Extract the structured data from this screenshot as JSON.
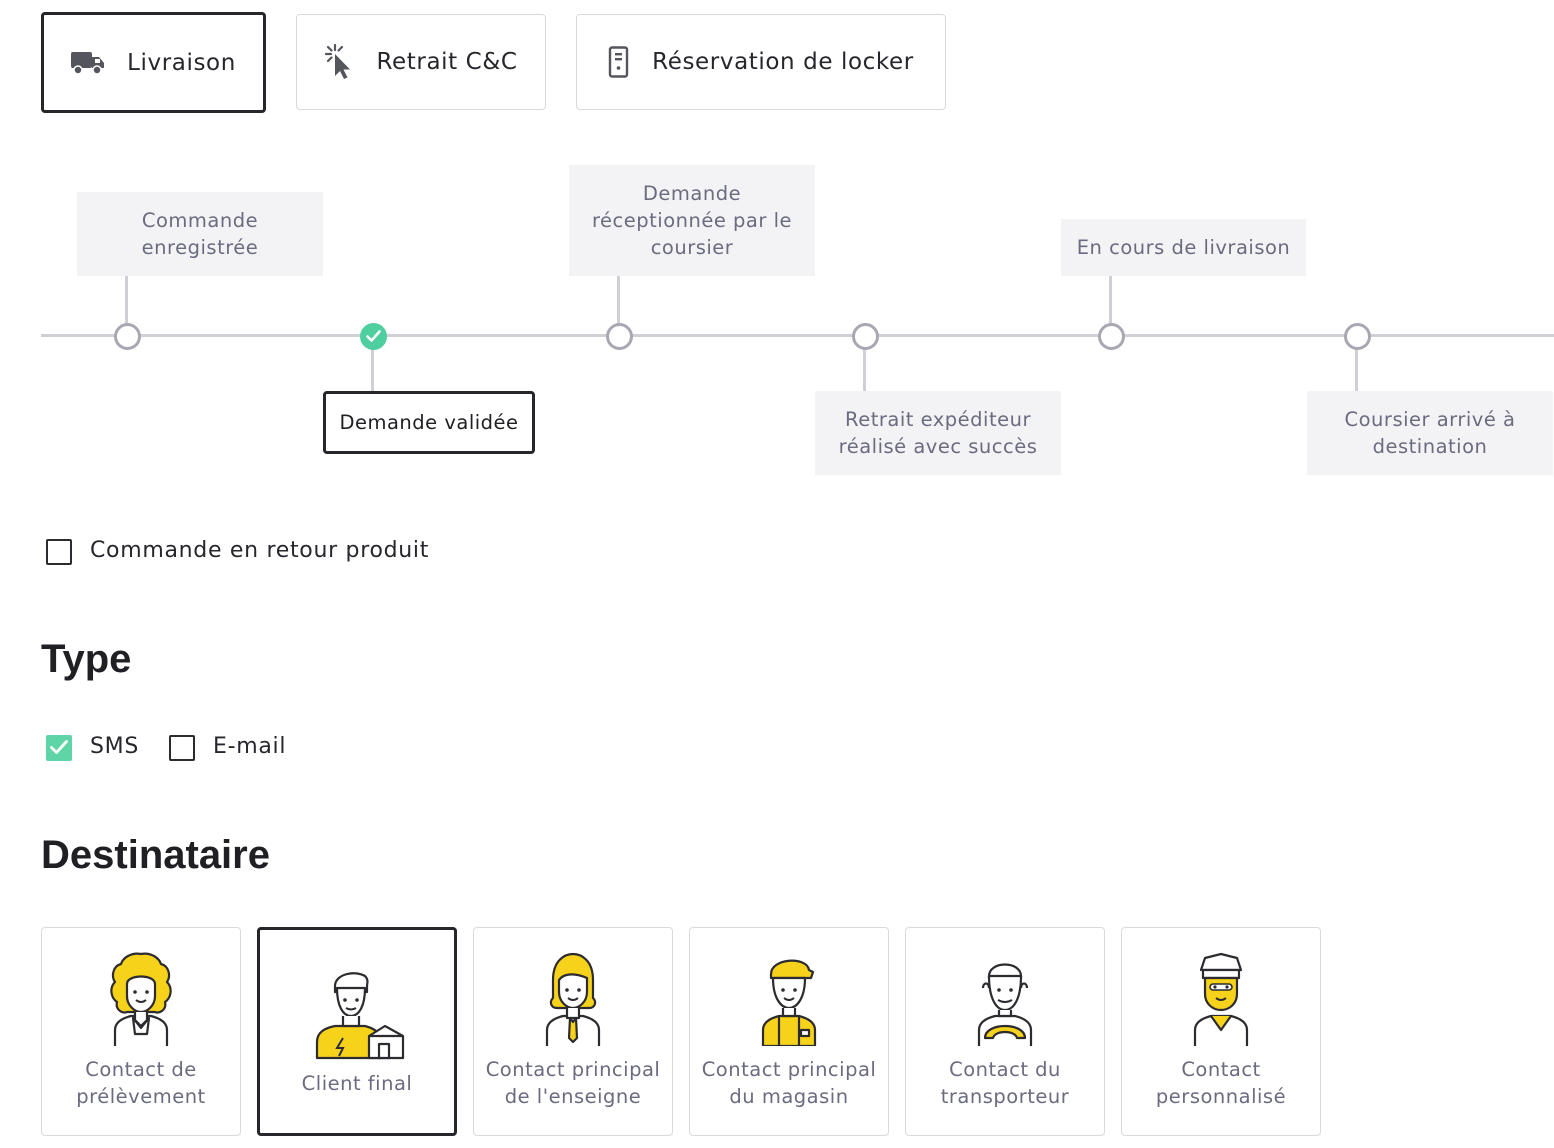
{
  "modes": [
    {
      "label": "Livraison",
      "icon": "truck-icon",
      "active": true
    },
    {
      "label": "Retrait C&C",
      "icon": "click-cursor-icon",
      "active": false
    },
    {
      "label": "Réservation de locker",
      "icon": "locker-icon",
      "active": false
    }
  ],
  "timeline": {
    "steps": [
      {
        "label": "Commande enregistrée",
        "position": "above",
        "status": "pending"
      },
      {
        "label": "Demande validée",
        "position": "below",
        "status": "done",
        "active": true
      },
      {
        "label": "Demande réceptionnée par le coursier",
        "position": "above",
        "status": "pending"
      },
      {
        "label": "Retrait expéditeur réalisé avec succès",
        "position": "below",
        "status": "pending"
      },
      {
        "label": "En cours de livraison",
        "position": "above",
        "status": "pending"
      },
      {
        "label": "Coursier arrivé à destination",
        "position": "below",
        "status": "pending"
      }
    ],
    "colors": {
      "done": "#4fcf9f",
      "pending": "#a8a8b2",
      "line": "#cfcfd6"
    }
  },
  "return_order": {
    "label": "Commande en retour produit",
    "checked": false
  },
  "type_section": {
    "title": "Type",
    "options": [
      {
        "label": "SMS",
        "checked": true
      },
      {
        "label": "E-mail",
        "checked": false
      }
    ]
  },
  "recipient_section": {
    "title": "Destinataire",
    "cards": [
      {
        "label": "Contact de prélèvement",
        "icon": "curly-hair-person-icon",
        "active": false
      },
      {
        "label": "Client final",
        "icon": "customer-with-package-icon",
        "active": true
      },
      {
        "label": "Contact principal de l'enseigne",
        "icon": "woman-with-tie-icon",
        "active": false
      },
      {
        "label": "Contact principal du magasin",
        "icon": "store-worker-cap-icon",
        "active": false
      },
      {
        "label": "Contact du transporteur",
        "icon": "driver-steering-wheel-icon",
        "active": false
      },
      {
        "label": "Contact personnalisé",
        "icon": "masked-hero-icon",
        "active": false
      }
    ]
  },
  "accent_colors": {
    "check_green": "#5fd4a6",
    "avatar_yellow": "#f7d21a",
    "active_border": "#26262c"
  }
}
